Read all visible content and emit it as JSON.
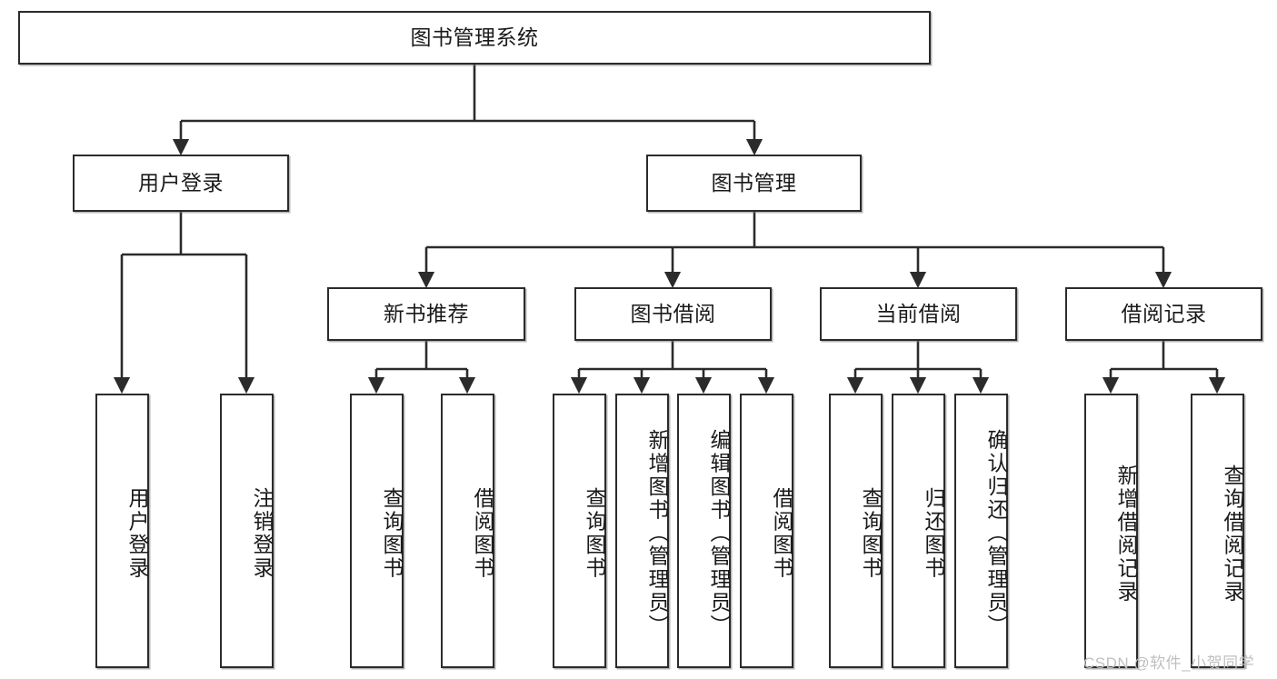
{
  "diagram": {
    "title": "图书管理系统",
    "type": "tree-hierarchy-diagram",
    "root": {
      "label": "图书管理系统"
    },
    "level2": [
      {
        "label": "用户登录"
      },
      {
        "label": "图书管理"
      }
    ],
    "level3": [
      {
        "label": "新书推荐"
      },
      {
        "label": "图书借阅"
      },
      {
        "label": "当前借阅"
      },
      {
        "label": "借阅记录"
      }
    ],
    "leaves": {
      "user_login": [
        {
          "label": "用户登录"
        },
        {
          "label": "注销登录"
        }
      ],
      "new_book_recommend": [
        {
          "label": "查询图书"
        },
        {
          "label": "借阅图书"
        }
      ],
      "book_borrow": [
        {
          "label": "查询图书"
        },
        {
          "label": "新增图书（管理员）"
        },
        {
          "label": "编辑图书（管理员）"
        },
        {
          "label": "借阅图书"
        }
      ],
      "current_borrow": [
        {
          "label": "查询图书"
        },
        {
          "label": "归还图书"
        },
        {
          "label": "确认归还（管理员）"
        }
      ],
      "borrow_record": [
        {
          "label": "新增借阅记录"
        },
        {
          "label": "查询借阅记录"
        }
      ]
    }
  },
  "watermark": {
    "text": "CSDN @软件_小贺同学"
  },
  "colors": {
    "border": "#2b2b2b",
    "background": "#ffffff",
    "text": "#1a1a1a",
    "watermark": "#bfbfbf"
  }
}
